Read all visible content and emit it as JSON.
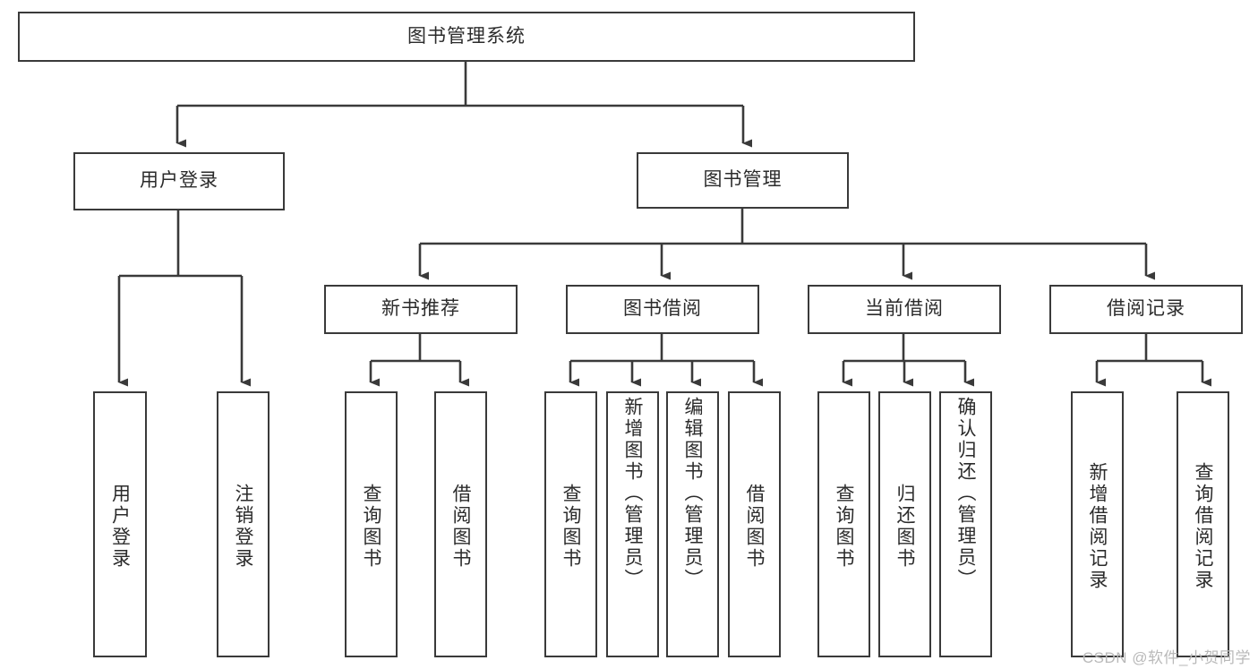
{
  "diagram": {
    "type": "tree-hierarchy",
    "title": "图书管理系统",
    "root": {
      "label": "图书管理系统"
    },
    "level2": [
      {
        "label": "用户登录"
      },
      {
        "label": "图书管理"
      }
    ],
    "level3": [
      {
        "label": "新书推荐"
      },
      {
        "label": "图书借阅"
      },
      {
        "label": "当前借阅"
      },
      {
        "label": "借阅记录"
      }
    ],
    "leaves": [
      {
        "label": "用户登录"
      },
      {
        "label": "注销登录"
      },
      {
        "label": "查询图书"
      },
      {
        "label": "借阅图书"
      },
      {
        "label": "查询图书"
      },
      {
        "label": "新增图书（管理员）"
      },
      {
        "label": "编辑图书（管理员）"
      },
      {
        "label": "借阅图书"
      },
      {
        "label": "查询图书"
      },
      {
        "label": "归还图书"
      },
      {
        "label": "确认归还（管理员）"
      },
      {
        "label": "新增借阅记录"
      },
      {
        "label": "查询借阅记录"
      }
    ],
    "colors": {
      "box_border": "#3a3a3a",
      "connector": "#3a3a3a",
      "text": "#2b2b2b",
      "background": "#ffffff",
      "watermark": "#b9b9b9"
    }
  },
  "watermark": {
    "text": "CSDN @软件_小贺同学"
  }
}
